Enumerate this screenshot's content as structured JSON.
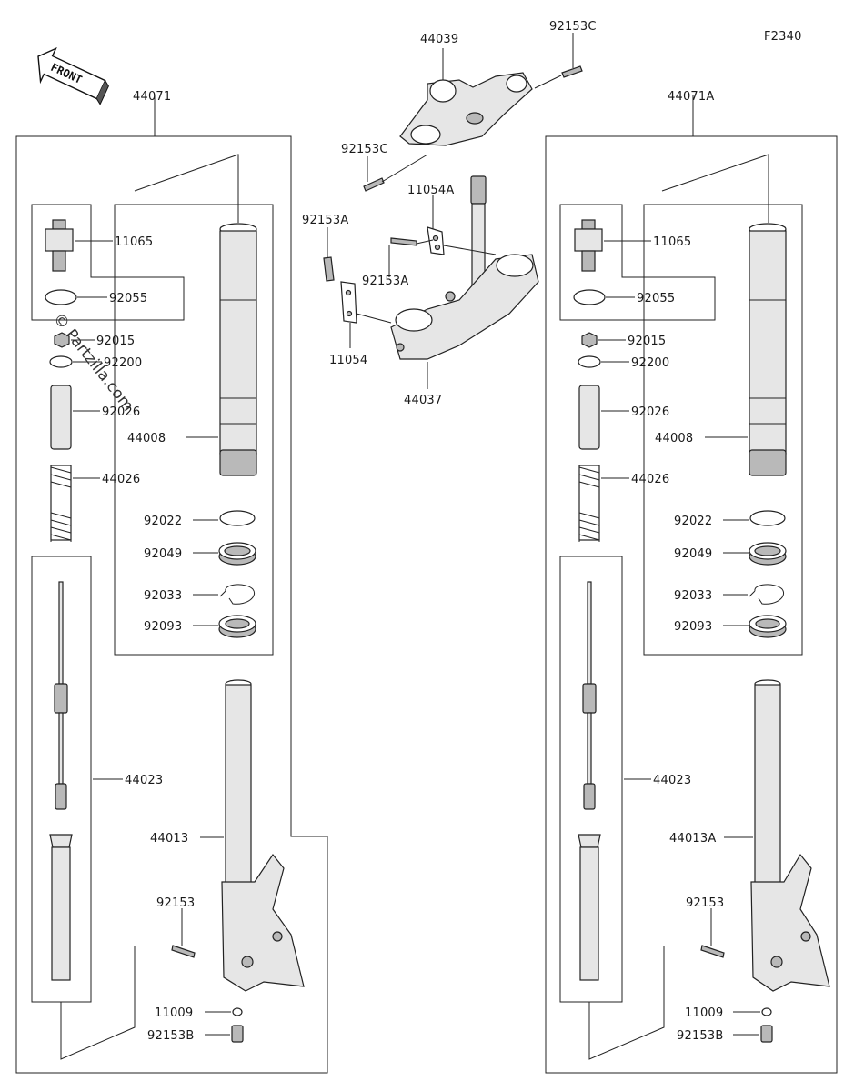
{
  "figure_code": "F2340",
  "watermark": "© Partzilla.com",
  "front_label": "FRONT",
  "labels": {
    "p44071": "44071",
    "p44071A": "44071A",
    "p44039": "44039",
    "p92153C_top": "92153C",
    "p92153C_mid": "92153C",
    "p11054A": "11054A",
    "p92153A_l": "92153A",
    "p92153A_r": "92153A",
    "p11054": "11054",
    "p44037": "44037",
    "L_11065": "11065",
    "L_92055": "92055",
    "L_92015": "92015",
    "L_92200": "92200",
    "L_92026": "92026",
    "L_44008": "44008",
    "L_44026": "44026",
    "L_92022": "92022",
    "L_92049": "92049",
    "L_92033": "92033",
    "L_92093": "92093",
    "L_44023": "44023",
    "L_44013": "44013",
    "L_92153": "92153",
    "L_11009": "11009",
    "L_92153B": "92153B",
    "R_11065": "11065",
    "R_92055": "92055",
    "R_92015": "92015",
    "R_92200": "92200",
    "R_92026": "92026",
    "R_44008": "44008",
    "R_44026": "44026",
    "R_92022": "92022",
    "R_92049": "92049",
    "R_92033": "92033",
    "R_92093": "92093",
    "R_44023": "44023",
    "R_44013A": "44013A",
    "R_92153": "92153",
    "R_11009": "11009",
    "R_92153B": "92153B"
  }
}
